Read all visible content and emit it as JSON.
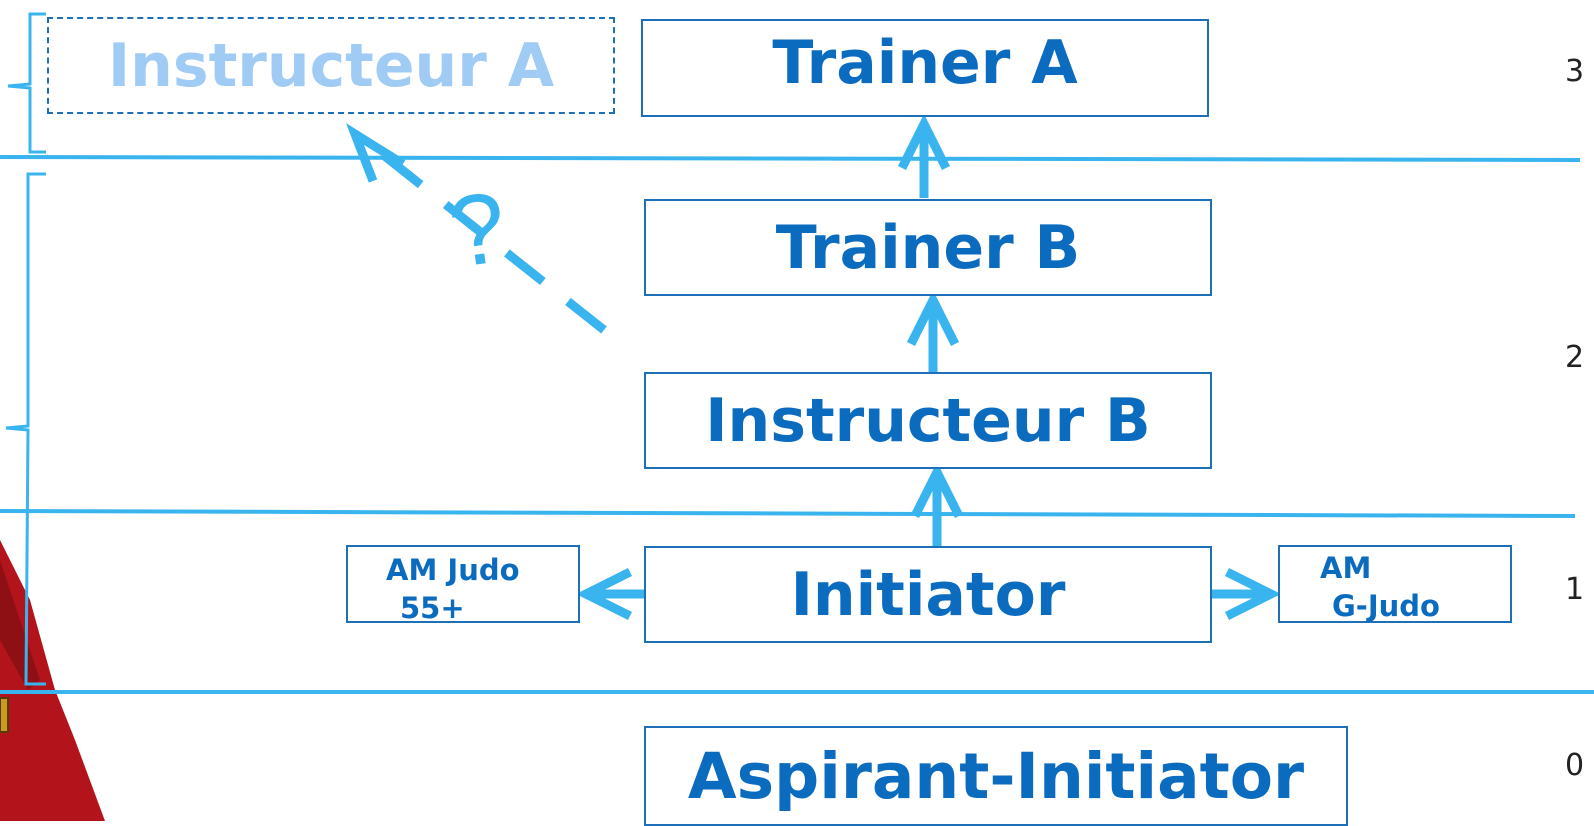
{
  "boxes": {
    "instructeur_a": "Instructeur A",
    "trainer_a": "Trainer A",
    "trainer_b": "Trainer B",
    "instructeur_b": "Instructeur B",
    "initiator": "Initiator",
    "am_judo_55_line1": "AM Judo",
    "am_judo_55_line2": "55+",
    "am_gjudo_line1": "AM",
    "am_gjudo_line2": "G-Judo",
    "aspirant_initiator": "Aspirant-Initiator"
  },
  "question_mark": "?",
  "levels": [
    "3",
    "2",
    "1",
    "0"
  ],
  "colors": {
    "arrow": "#39b4ee",
    "box_text": "#0b6bbf",
    "box_border": "#1d6fb8",
    "faded_text": "#9fcbf5",
    "red_shape": "#b3141c"
  }
}
